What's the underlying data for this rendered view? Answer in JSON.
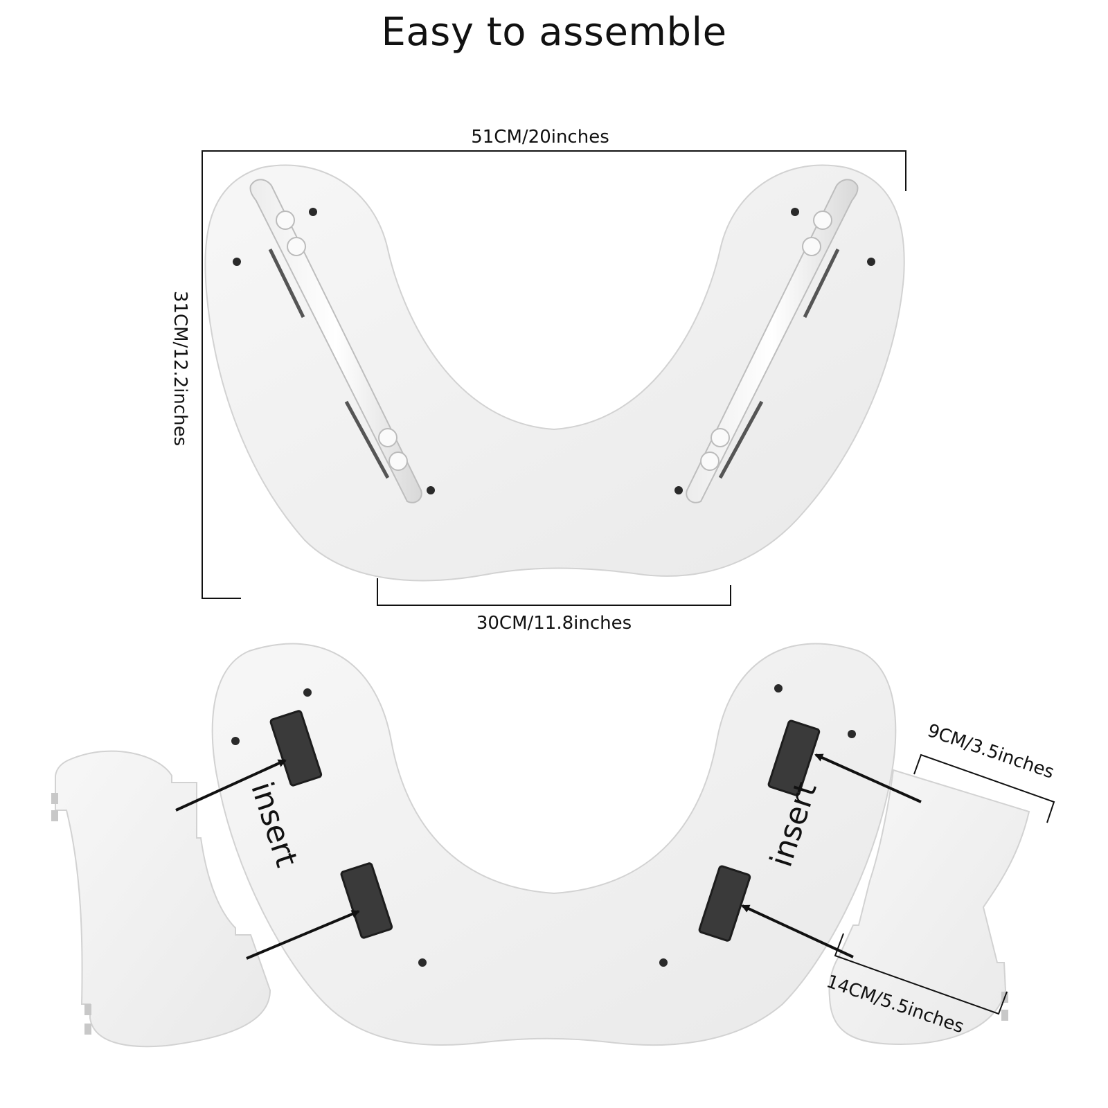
{
  "title": "Easy to assemble",
  "dimensions": {
    "top_width": "51CM/20inches",
    "height": "31CM/12.2inches",
    "bottom_width": "30CM/11.8inches",
    "side_height": "9CM/3.5inches",
    "side_width": "14CM/5.5inches"
  },
  "labels": {
    "insert_left": "insert",
    "insert_right": "insert"
  },
  "colors": {
    "board": "#f3f3f3",
    "board_shadow": "#dcdcdc",
    "slot": "#3a3a3a",
    "line": "#111111"
  }
}
